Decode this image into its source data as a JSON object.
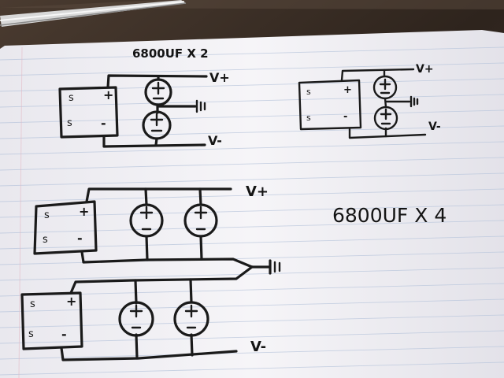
{
  "colors": {
    "paper": "#f4f3f6",
    "rule_line": "#b9c6dc",
    "margin_line": "#e3b9c4",
    "ink": "#1a1a1a",
    "desk": "#3a2e25"
  },
  "labels": {
    "title_x2": "6800UF X 2",
    "title_x4": "6800UF X 4",
    "v_plus": "V+",
    "v_minus": "V-",
    "plus": "+",
    "minus": "-",
    "s": "s"
  }
}
